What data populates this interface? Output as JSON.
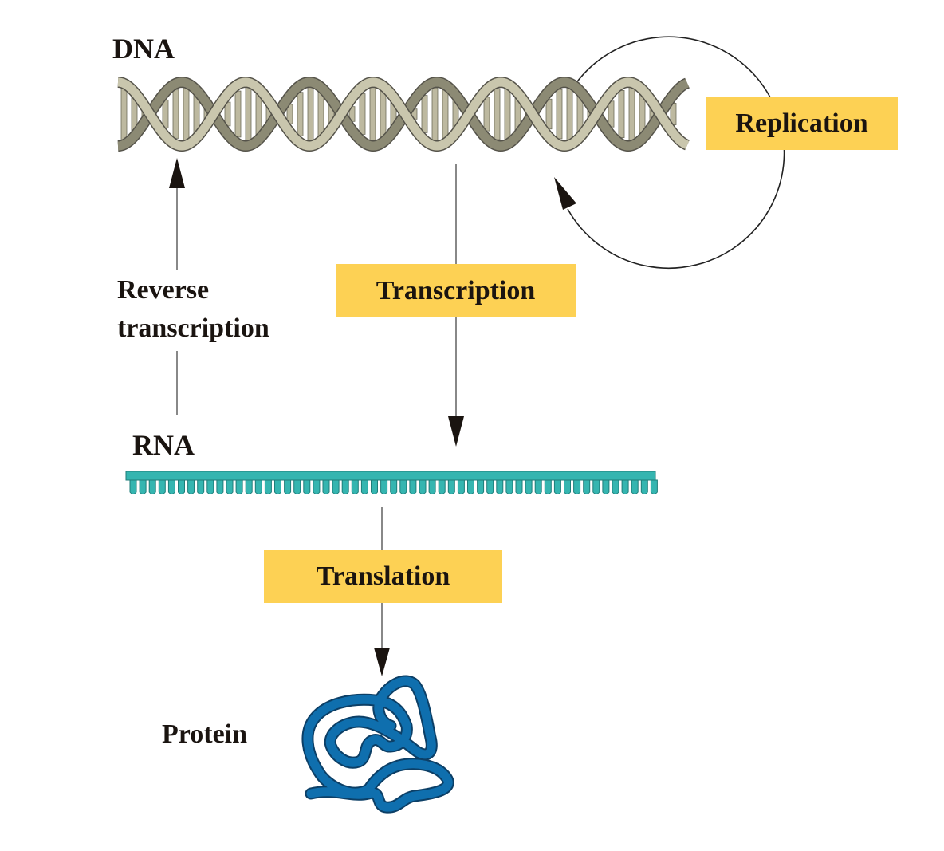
{
  "labels": {
    "dna": "DNA",
    "rna": "RNA",
    "protein": "Protein",
    "reverse_line1": "Reverse",
    "reverse_line2": "transcription"
  },
  "processes": {
    "replication": "Replication",
    "transcription": "Transcription",
    "translation": "Translation"
  },
  "colors": {
    "label_box": "#fdd154",
    "dna_strand": "#c9c6ad",
    "dna_dark": "#8c8a74",
    "rna": "#35b5b0",
    "protein": "#0f6fae",
    "arrow": "#1a1410"
  }
}
